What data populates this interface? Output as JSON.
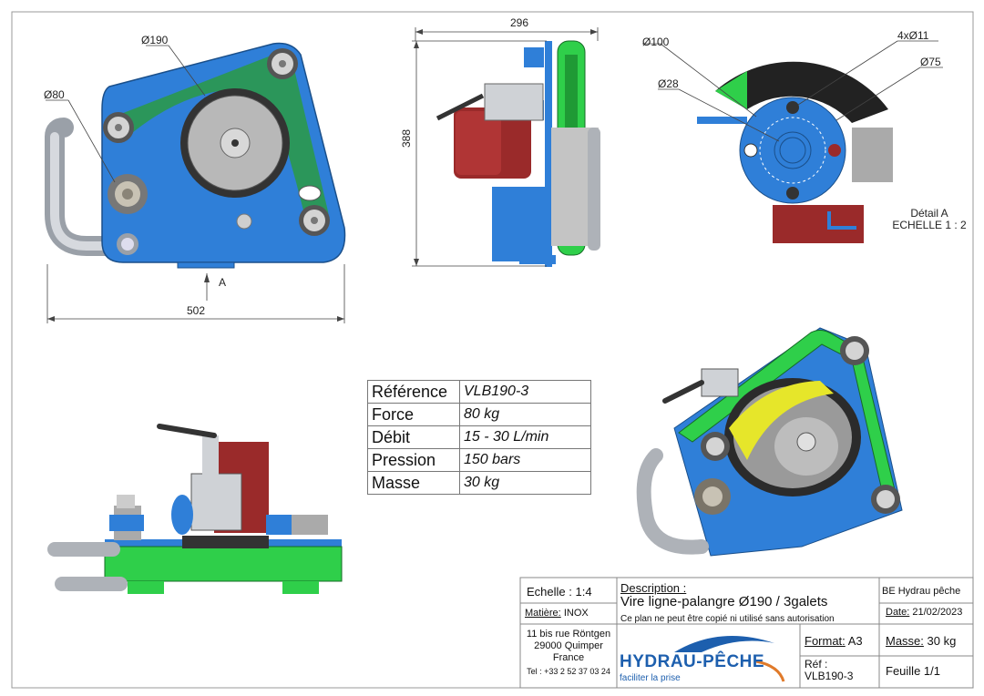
{
  "dimensions": {
    "front_width": "502",
    "side_width": "296",
    "side_height": "388",
    "dia_190": "Ø190",
    "dia_80": "Ø80",
    "dia_100": "Ø100",
    "dia_28": "Ø28",
    "holes": "4xØ11",
    "dia_75": "Ø75",
    "view_arrow": "A"
  },
  "detail": {
    "title": "Détail A",
    "scale": "ECHELLE 1 : 2"
  },
  "specs": [
    {
      "label": "Référence",
      "value": "VLB190-3"
    },
    {
      "label": "Force",
      "value": "80 kg"
    },
    {
      "label": "Débit",
      "value": "15 - 30 L/min"
    },
    {
      "label": "Pression",
      "value": "150 bars"
    },
    {
      "label": "Masse",
      "value": "30 kg"
    }
  ],
  "title_block": {
    "scale": "Echelle : 1:4",
    "material_label": "Matière:",
    "material_value": "INOX",
    "description_label": "Description :",
    "description": "Vire ligne-palangre Ø190 / 3galets",
    "notice": "Ce plan ne peut être copié ni utilisé sans autorisation",
    "office": "BE Hydrau pêche",
    "date_label": "Date:",
    "date_value": "21/02/2023",
    "address_line1": "11 bis rue Röntgen",
    "address_line2": "29000 Quimper",
    "address_line3": "France",
    "phone": "Tel : +33 2 52 37 03 24",
    "logo_text": "HYDRAU-PÊCHE",
    "logo_tagline": "faciliter la prise",
    "format_label": "Format:",
    "format_value": "A3",
    "mass_label": "Masse:",
    "mass_value": "30 kg",
    "ref_label": "Réf :",
    "ref_value": "VLB190-3",
    "sheet": "Feuille 1/1"
  },
  "colors": {
    "plate_blue": "#2f7fd8",
    "belt_green": "#2fcf4a",
    "motor_red": "#9a2a2a",
    "steel_grey": "#b9b9b9",
    "yellow_belt": "#e6e62a",
    "logo_blue": "#1d5fae"
  }
}
